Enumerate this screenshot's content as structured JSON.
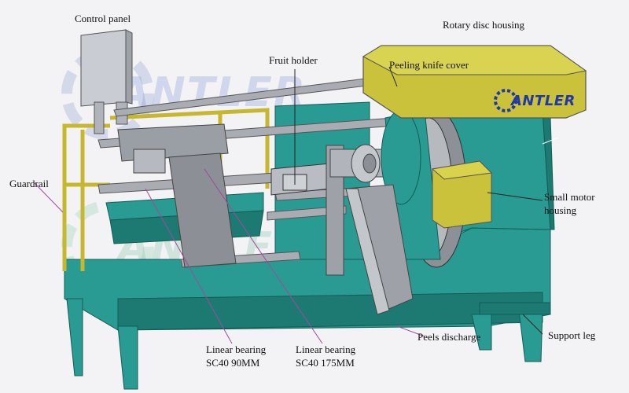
{
  "diagram": {
    "labels": {
      "control_panel": "Control panel",
      "rotary_disc_housing": "Rotary disc housing",
      "peeling_knife_cover": "Peeling knife cover",
      "fruit_holder": "Fruit holder",
      "guardrail": "Guardrail",
      "small_motor_housing_1": "Small motor",
      "small_motor_housing_2": "housing",
      "linear_bearing_a_1": "Linear bearing",
      "linear_bearing_a_2": "SC40   90MM",
      "linear_bearing_b_1": "Linear bearing",
      "linear_bearing_b_2": "SC40   175MM",
      "peels_discharge": "Peels discharge",
      "support_leg": "Support leg"
    },
    "logo_text": "ANTLER",
    "watermark_text": "ANTLER",
    "colors": {
      "frame_teal": "#2a9b92",
      "frame_teal_dark": "#1d7a73",
      "cover_yellow": "#c9c23a",
      "guard_yellow": "#c7b72e",
      "leader_purple": "#a04a9a",
      "leader_black": "#222222",
      "steel_gray": "#a9adb3",
      "logo_blue": "#2338a6"
    }
  }
}
